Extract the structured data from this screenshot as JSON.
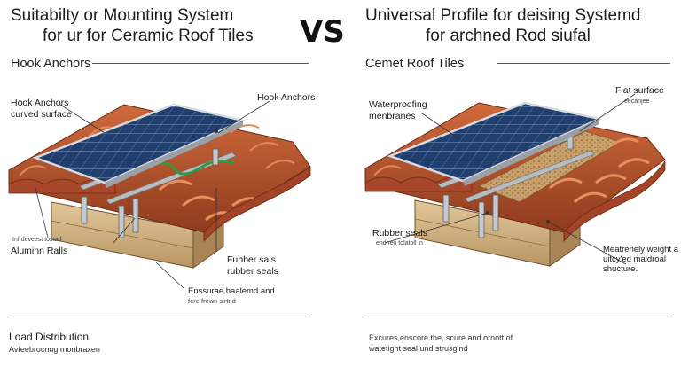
{
  "left": {
    "title_line1": "Suitabilty or Mounting System",
    "title_line2": "for ur for Ceramic Roof Tiles",
    "section": "Hook Anchors",
    "label_hook_curved_1": "Hook Anchors",
    "label_hook_curved_2": "curved surface",
    "label_hook_right": "Hook Anchors",
    "label_small_rails": "Inf deveest tostad",
    "label_rails": "Aluminn Ralls",
    "label_rubber_1": "Fubber sals",
    "label_rubber_2": "rubber seals",
    "label_ensure_1": "Enssurae haalemd and",
    "label_ensure_2": "fere frewn sirtnd",
    "footer_title": "Load Distribution",
    "footer_text": "Avteebrocnug monbraxen"
  },
  "vs": "VS",
  "right": {
    "title_line1": "Universal Profile for deising Systemd",
    "title_line2": "for archned Rod siufal",
    "section": "Cemet Roof Tiles",
    "label_water_1": "Waterproofing",
    "label_water_2": "menbranes",
    "label_flat": "Flat surface",
    "label_flat_small": "eecarijee",
    "label_rubber": "Rubber seals",
    "label_rubber_small": "endneo tolatoll in",
    "label_weight_1": "Meatrenely weight a",
    "label_weight_2": "uitcy'ed maidroal",
    "label_weight_3": "shucture.",
    "footer_1": "Excures,enscore the, scure and ornott of",
    "footer_2": "watetight seal und strusgind"
  },
  "colors": {
    "tile": "#b5512d",
    "panel": "#1d3760",
    "rail": "#a9aeb3",
    "cable": "#2f9a3e",
    "wood": "#d8bc8c"
  }
}
